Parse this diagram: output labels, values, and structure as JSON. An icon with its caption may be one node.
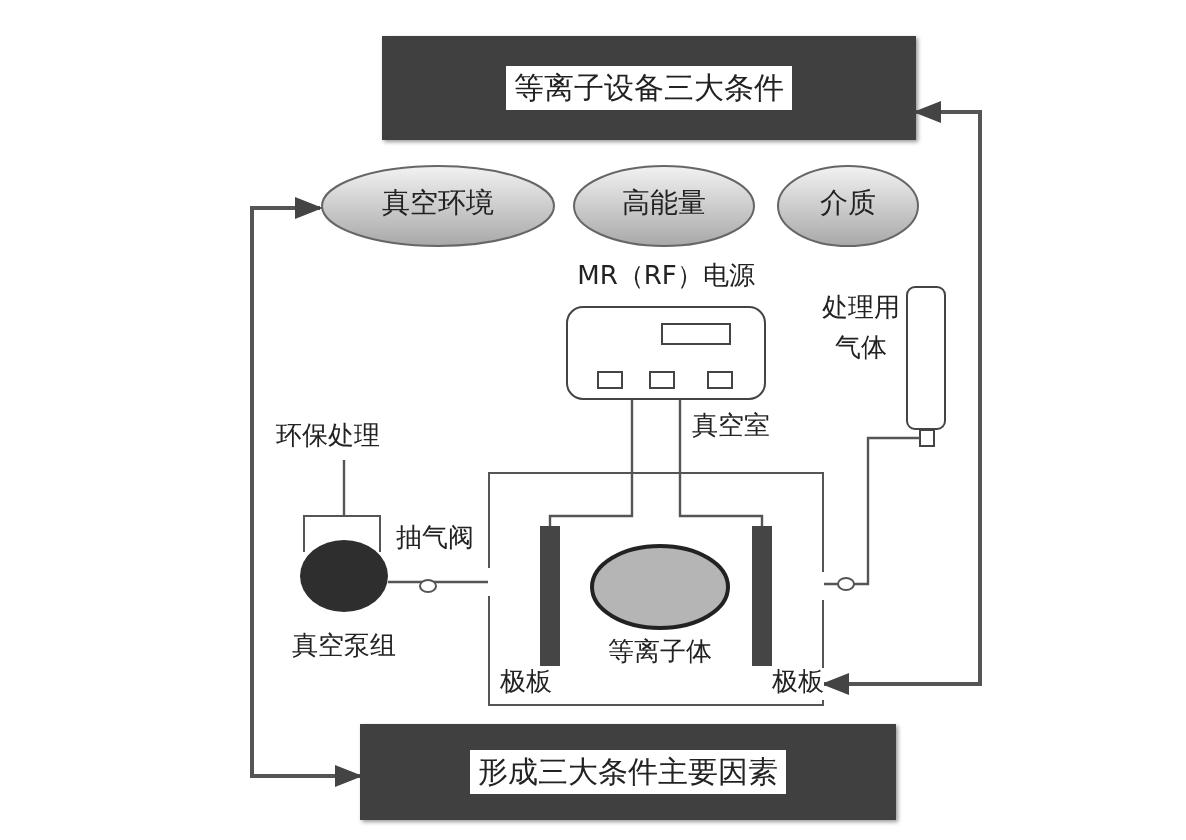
{
  "diagram": {
    "nodes": [
      {
        "text": [
          "等离子设备三大条件"
        ]
      },
      {
        "text": [
          "真空环境"
        ]
      },
      {
        "text": [
          "高能量"
        ]
      },
      {
        "text": [
          "介质"
        ]
      },
      {
        "text": [
          "MR（RF）电源"
        ]
      },
      {
        "text": [
          "真空室"
        ]
      },
      {
        "text": [
          "极板"
        ],
        "in": 5
      },
      {
        "text": [
          "等离子体"
        ],
        "in": 5
      },
      {
        "text": [
          "极板"
        ],
        "in": 5
      },
      {
        "text": [
          "真空泵组"
        ]
      },
      {
        "text": [
          "环保处理"
        ]
      },
      {
        "text": [
          "处理用气体"
        ]
      },
      {
        "text": [
          "形成三大条件主要因素"
        ]
      }
    ],
    "edges": [
      {
        "from": 4,
        "to": 6,
        "arrow": "none"
      },
      {
        "from": 4,
        "to": 8,
        "arrow": "none"
      },
      {
        "from": 9,
        "to": 5,
        "arrow": "none"
      },
      {
        "from": 10,
        "to": 9,
        "arrow": "none"
      },
      {
        "from": 11,
        "to": 5,
        "arrow": "none"
      },
      {
        "from": 12,
        "to": 1,
        "arrow": "both"
      },
      {
        "from": 5,
        "to": 0,
        "arrow": "both"
      }
    ],
    "labels": [
      "抽气阀"
    ]
  }
}
